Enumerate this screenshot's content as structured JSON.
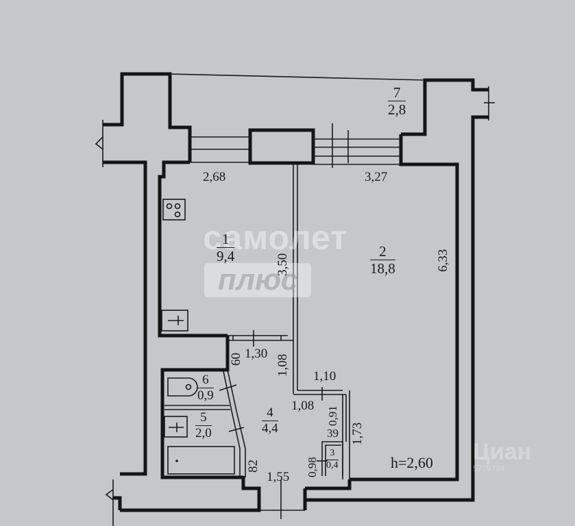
{
  "plan": {
    "ceiling_height": "h=2,60",
    "rooms": [
      {
        "id": "room-1",
        "number": "1",
        "area": "9,4"
      },
      {
        "id": "room-2",
        "number": "2",
        "area": "18,8"
      },
      {
        "id": "room-3",
        "number": "3",
        "area": "0,4"
      },
      {
        "id": "room-4",
        "number": "4",
        "area": "4,4"
      },
      {
        "id": "room-5",
        "number": "5",
        "area": "2,0"
      },
      {
        "id": "room-6",
        "number": "6",
        "area": "0,9"
      },
      {
        "id": "room-7",
        "number": "7",
        "area": "2,8"
      }
    ],
    "dimensions": {
      "kitchen_width": "2,68",
      "room_width": "3,27",
      "kitchen_depth": "3,50",
      "room_depth": "6,33",
      "hall_width": "1,30",
      "hall_opening": "60",
      "corridor_depth": "1,08",
      "corridor_width": "1,10",
      "corridor_inner": "1,08",
      "closet_depth": "0,91",
      "closet_wall": "39",
      "room_lower_depth": "1,73",
      "closet_height": "0,98",
      "bath_wall": "82",
      "entry_width": "1,55"
    },
    "colors": {
      "background": "#c5c7cb",
      "walls": "#151515"
    }
  },
  "watermarks": {
    "brand_top": "самолет",
    "brand_bottom": "плюс",
    "cian": "Циан",
    "cian_sub": "5779784"
  }
}
